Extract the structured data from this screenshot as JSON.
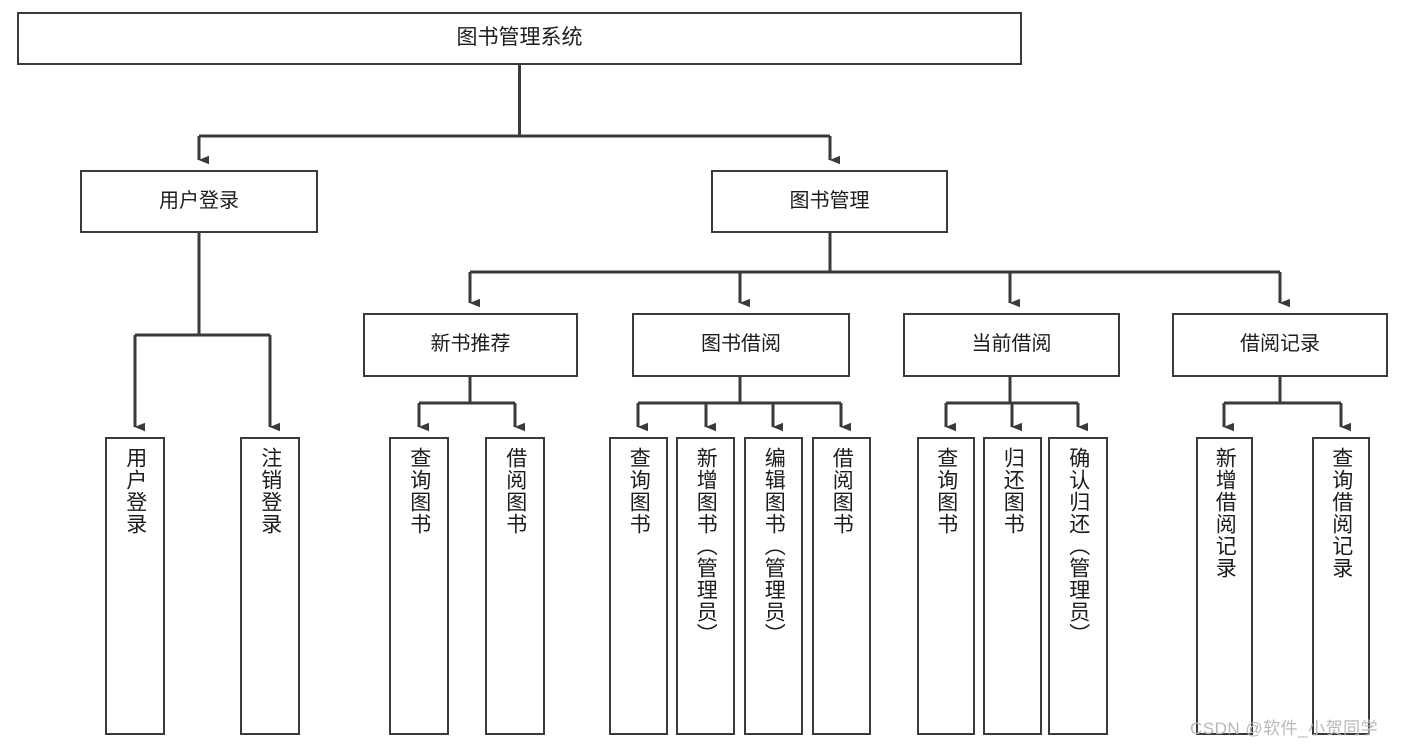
{
  "diagram": {
    "type": "tree-hierarchy",
    "title": "图书管理系统",
    "root": {
      "label": "图书管理系统"
    },
    "level1": [
      {
        "label": "用户登录"
      },
      {
        "label": "图书管理"
      }
    ],
    "level2": [
      {
        "label": "新书推荐"
      },
      {
        "label": "图书借阅"
      },
      {
        "label": "当前借阅"
      },
      {
        "label": "借阅记录"
      }
    ],
    "leaves": {
      "user_login": [
        {
          "label": "用户登录"
        },
        {
          "label": "注销登录"
        }
      ],
      "new_book_recommend": [
        {
          "label": "查询图书"
        },
        {
          "label": "借阅图书"
        }
      ],
      "book_borrow": [
        {
          "label": "查询图书"
        },
        {
          "label": "新增图书（管理员）"
        },
        {
          "label": "编辑图书（管理员）"
        },
        {
          "label": "借阅图书"
        }
      ],
      "current_borrow": [
        {
          "label": "查询图书"
        },
        {
          "label": "归还图书"
        },
        {
          "label": "确认归还（管理员）"
        }
      ],
      "borrow_record": [
        {
          "label": "新增借阅记录"
        },
        {
          "label": "查询借阅记录"
        }
      ]
    }
  },
  "watermark": {
    "text": "CSDN @软件_小贺同学"
  },
  "colors": {
    "stroke": "#3a3a3a",
    "text": "#1c1c1c",
    "background": "#ffffff",
    "watermark": "#b9b9b9"
  }
}
